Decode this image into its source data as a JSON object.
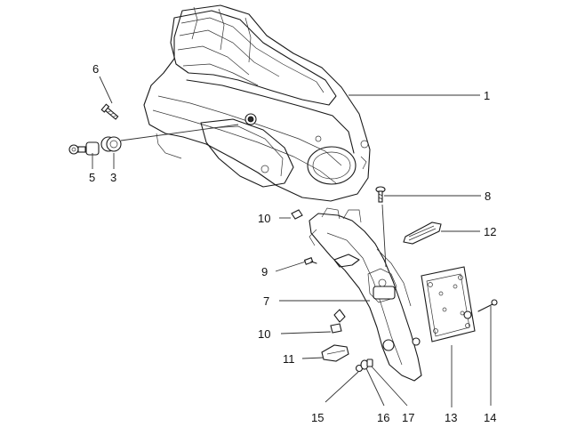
{
  "diagram": {
    "callouts": {
      "c1": "1",
      "c3": "3",
      "c5": "5",
      "c6": "6",
      "c7": "7",
      "c8": "8",
      "c9": "9",
      "c10a": "10",
      "c10b": "10",
      "c11": "11",
      "c12": "12",
      "c13": "13",
      "c14": "14",
      "c15": "15",
      "c16": "16",
      "c17": "17"
    }
  }
}
